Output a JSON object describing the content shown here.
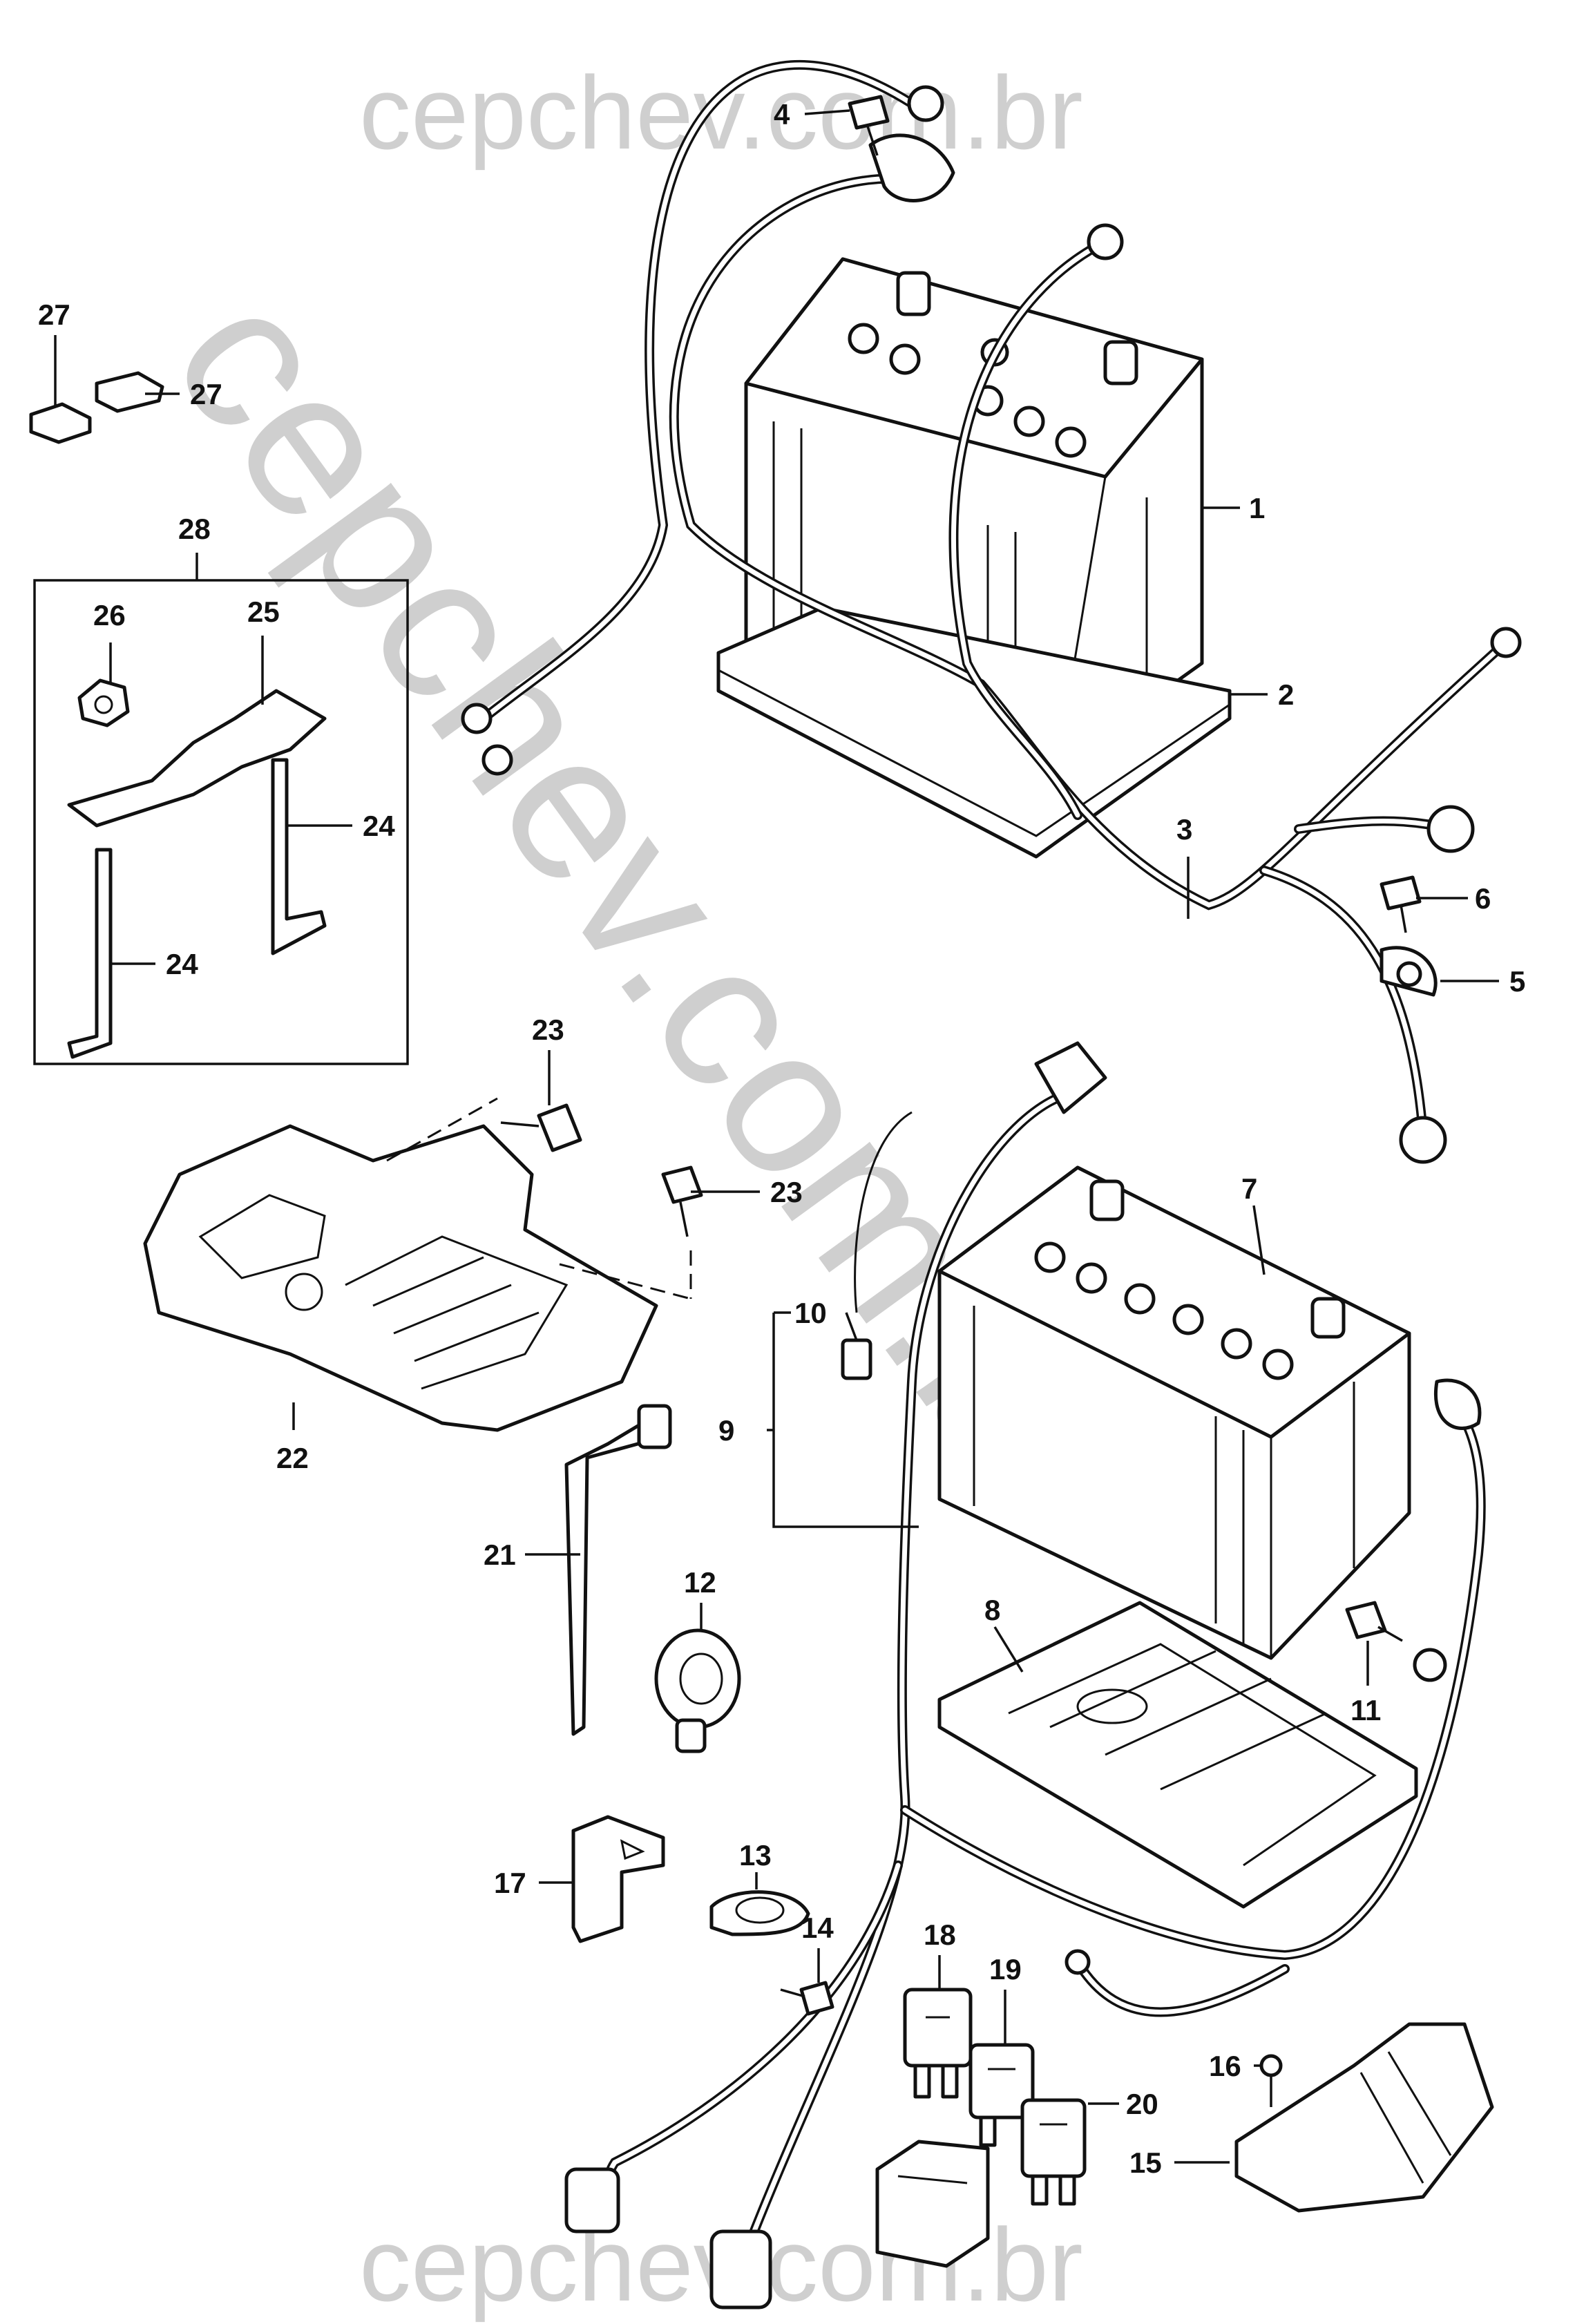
{
  "watermark": {
    "top": "cepchev.com.br",
    "bottom": "cepchev.com.br",
    "diagonal": "cepchev.com.br"
  },
  "callouts": [
    {
      "id": "c1",
      "text": "1"
    },
    {
      "id": "c2",
      "text": "2"
    },
    {
      "id": "c3",
      "text": "3"
    },
    {
      "id": "c4",
      "text": "4"
    },
    {
      "id": "c5",
      "text": "5"
    },
    {
      "id": "c6",
      "text": "6"
    },
    {
      "id": "c7",
      "text": "7"
    },
    {
      "id": "c8",
      "text": "8"
    },
    {
      "id": "c9",
      "text": "9"
    },
    {
      "id": "c10",
      "text": "10"
    },
    {
      "id": "c11",
      "text": "11"
    },
    {
      "id": "c12",
      "text": "12"
    },
    {
      "id": "c13",
      "text": "13"
    },
    {
      "id": "c14",
      "text": "14"
    },
    {
      "id": "c15",
      "text": "15"
    },
    {
      "id": "c16",
      "text": "16"
    },
    {
      "id": "c17",
      "text": "17"
    },
    {
      "id": "c18",
      "text": "18"
    },
    {
      "id": "c19",
      "text": "19"
    },
    {
      "id": "c20",
      "text": "20"
    },
    {
      "id": "c21",
      "text": "21"
    },
    {
      "id": "c22",
      "text": "22"
    },
    {
      "id": "c23a",
      "text": "23"
    },
    {
      "id": "c23b",
      "text": "23"
    },
    {
      "id": "c24a",
      "text": "24"
    },
    {
      "id": "c24b",
      "text": "24"
    },
    {
      "id": "c25",
      "text": "25"
    },
    {
      "id": "c26",
      "text": "26"
    },
    {
      "id": "c27a",
      "text": "27"
    },
    {
      "id": "c27b",
      "text": "27"
    },
    {
      "id": "c28",
      "text": "28"
    }
  ]
}
